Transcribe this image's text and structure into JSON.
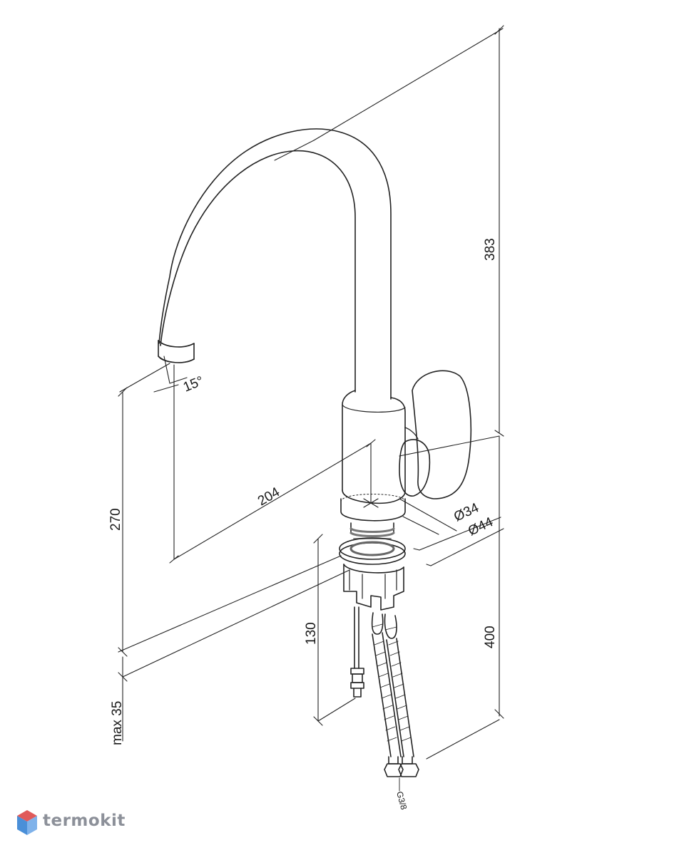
{
  "dimensions": {
    "total_height": "383",
    "spout_height": "270",
    "spout_reach": "204",
    "spout_angle": "15°",
    "body_diameter": "Ø34",
    "base_diameter": "Ø44",
    "rod_length": "130",
    "hose_length": "400",
    "max_thickness": "max 35",
    "hose_thread": "G3/8"
  },
  "watermark": {
    "text": "termokit",
    "colors": [
      "#e05a5a",
      "#4a8fd8",
      "#8c9099"
    ]
  }
}
